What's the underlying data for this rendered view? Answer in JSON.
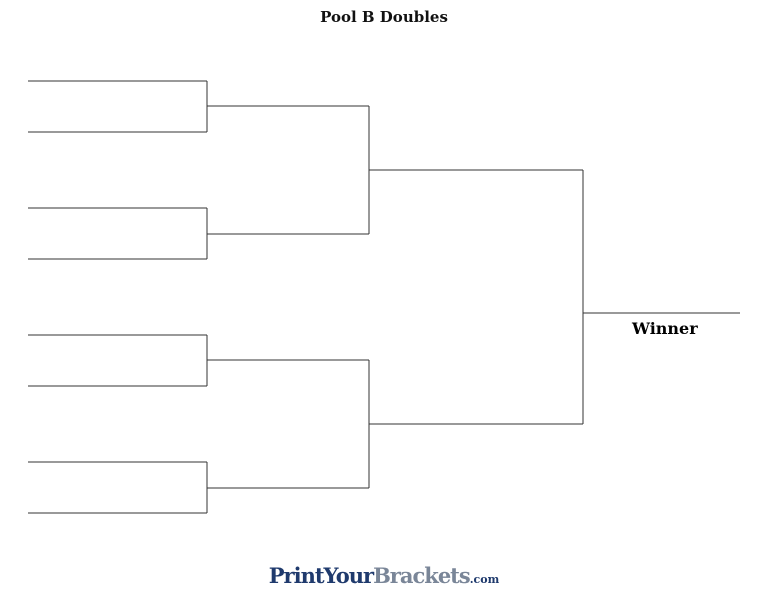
{
  "title": "Pool B Doubles",
  "winner_label": "Winner",
  "brand": {
    "part1": "PrintYour",
    "part2": "Brackets",
    "part3": ".com"
  },
  "colors": {
    "line": "#333333",
    "brand_dark": "#1f3a6d",
    "brand_light": "#7a8698"
  },
  "bracket": {
    "rounds": 3,
    "entrant_slots": 8,
    "semifinal_slots": 4,
    "final_slots": 2,
    "champion_slots": 1
  }
}
